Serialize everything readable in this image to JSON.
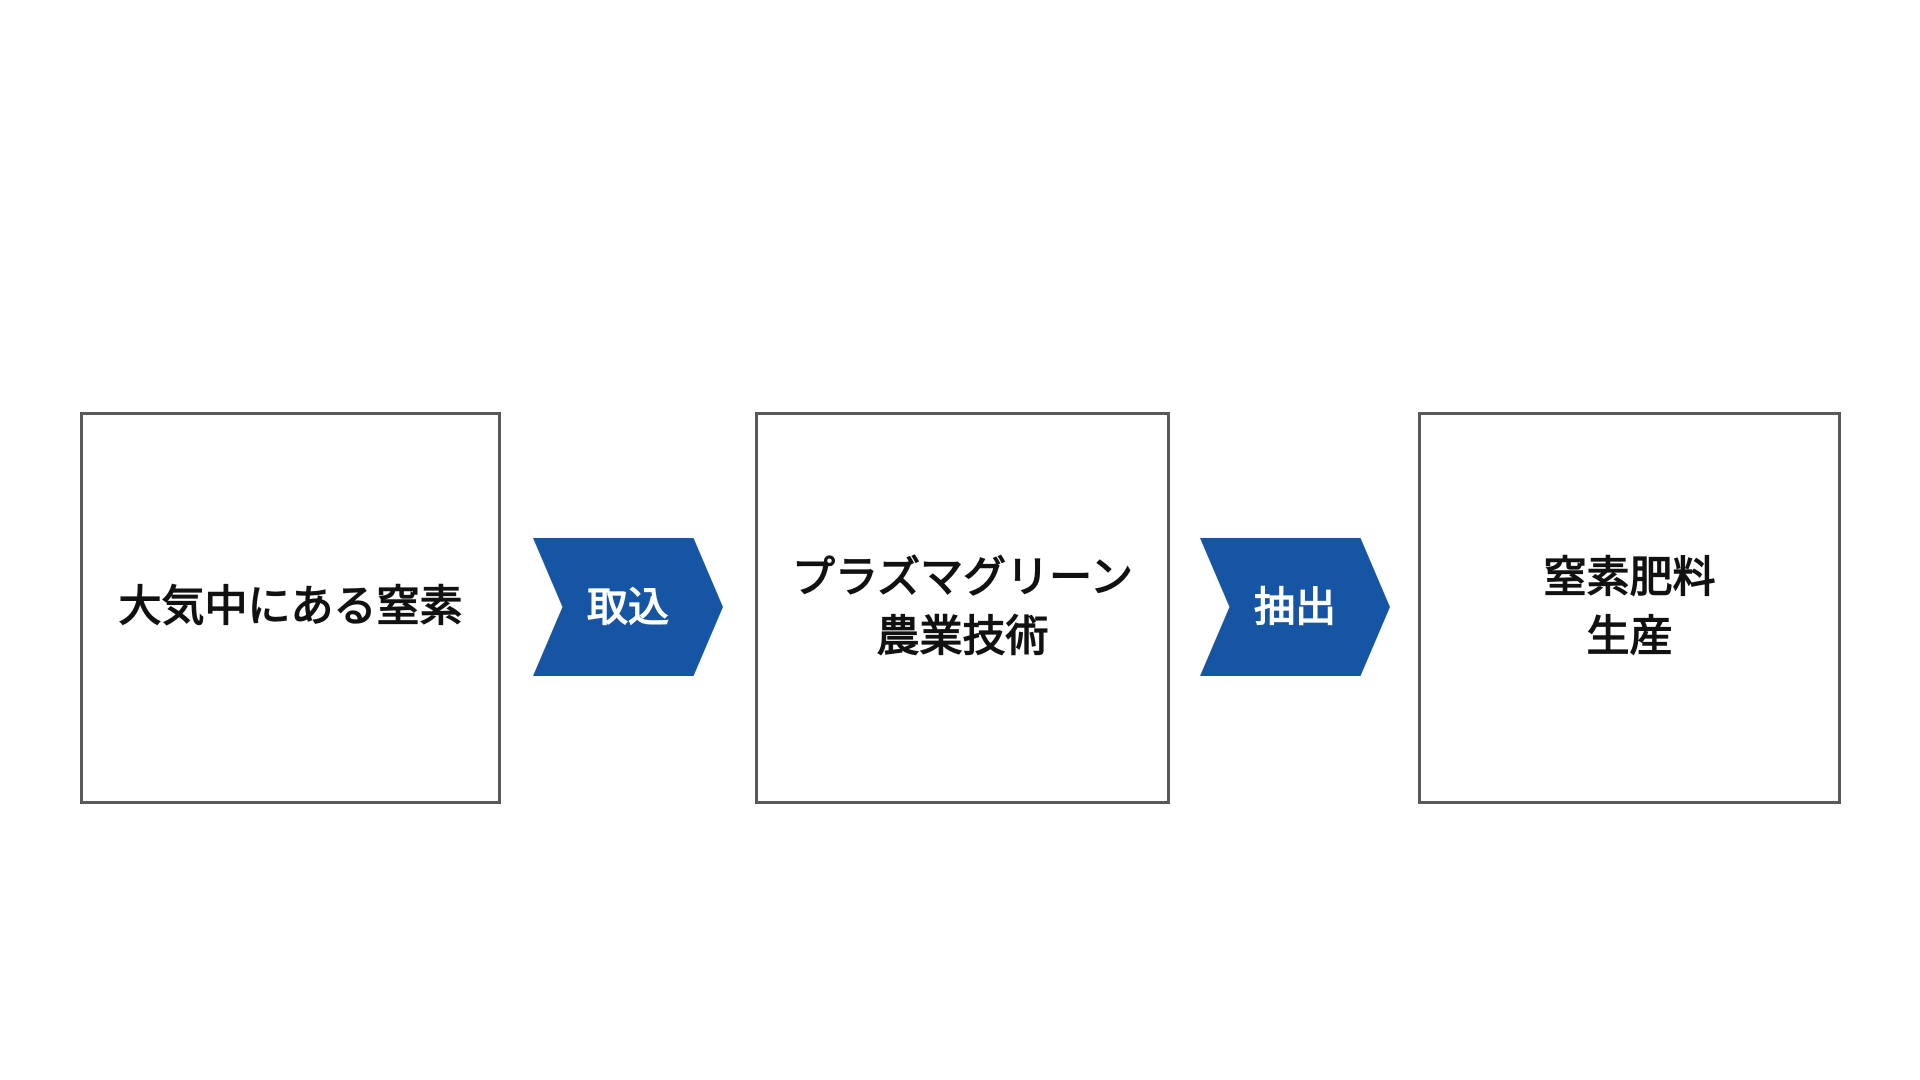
{
  "flow": {
    "background": "#FFFFFF",
    "colors": {
      "arrow_blue": "#1655A3",
      "box_border": "#595959",
      "box_fill": "#FFFFFF",
      "box_text": "#111111",
      "arrow_text": "#FFFFFF"
    },
    "boxes": [
      {
        "text": "大気中にある窒素"
      },
      {
        "text": "プラズマグリーン\n農業技術"
      },
      {
        "text": "窒素肥料\n生産"
      }
    ],
    "arrows": [
      {
        "label": "取込"
      },
      {
        "label": "抽出"
      }
    ]
  }
}
